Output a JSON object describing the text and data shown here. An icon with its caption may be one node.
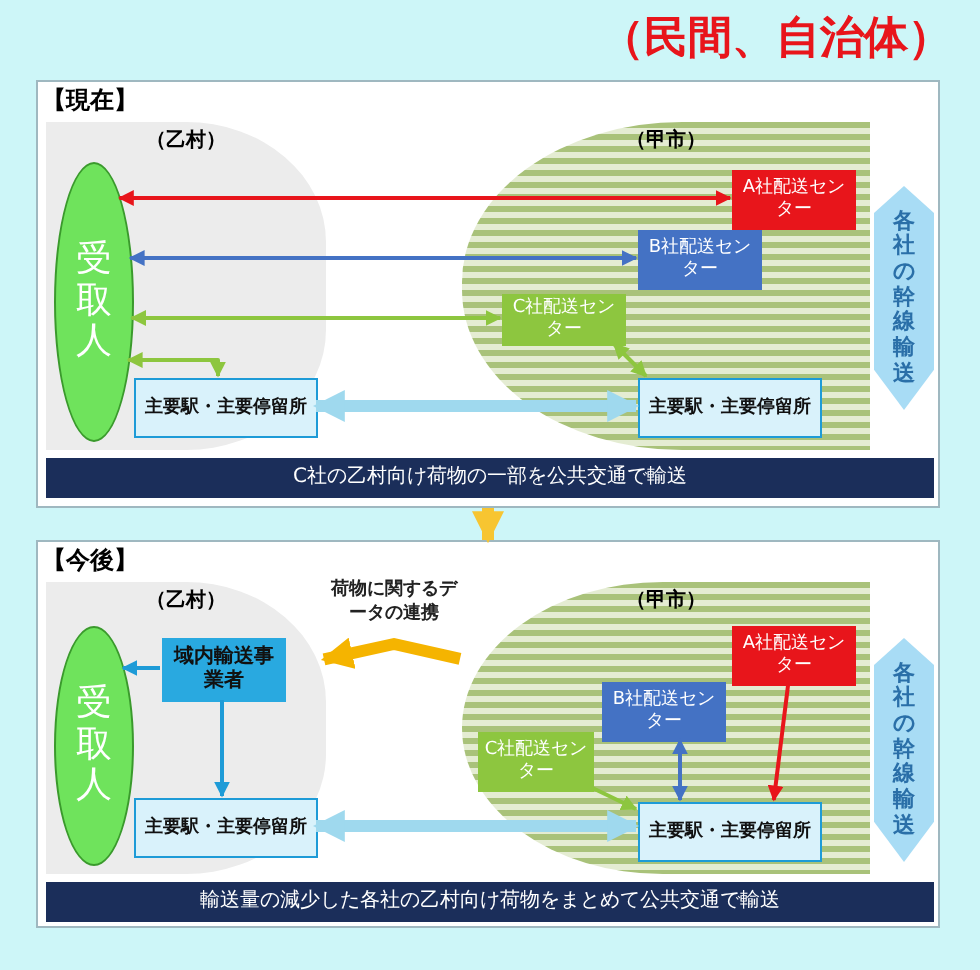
{
  "diagram": {
    "title": "（民間、自治体）",
    "nodes": [
      {
        "text": [
          "【現在】"
        ]
      },
      {
        "text": [
          "（乙村）"
        ],
        "in": 0
      },
      {
        "text": [
          "受取人"
        ],
        "in": 1
      },
      {
        "text": [
          "主要駅・主要停留所"
        ],
        "in": 1
      },
      {
        "text": [
          "（甲市）"
        ],
        "in": 0
      },
      {
        "text": [
          "A社配送センター"
        ],
        "in": 4
      },
      {
        "text": [
          "B社配送センター"
        ],
        "in": 4
      },
      {
        "text": [
          "C社配送センター"
        ],
        "in": 4
      },
      {
        "text": [
          "主要駅・主要停留所"
        ],
        "in": 4
      },
      {
        "text": [
          "各社の幹線輸送"
        ],
        "in": 0
      },
      {
        "text": [
          "C社の乙村向け荷物の一部を公共交通で輸送"
        ],
        "in": 0
      },
      {
        "text": [
          "【今後】"
        ]
      },
      {
        "text": [
          "（乙村）"
        ],
        "in": 11
      },
      {
        "text": [
          "受取人"
        ],
        "in": 12
      },
      {
        "text": [
          "域内輸送事業者"
        ],
        "in": 12
      },
      {
        "text": [
          "主要駅・主要停留所"
        ],
        "in": 12
      },
      {
        "text": [
          "（甲市）"
        ],
        "in": 11
      },
      {
        "text": [
          "A社配送センター"
        ],
        "in": 16
      },
      {
        "text": [
          "B社配送センター"
        ],
        "in": 16
      },
      {
        "text": [
          "C社配送センター"
        ],
        "in": 16
      },
      {
        "text": [
          "主要駅・主要停留所"
        ],
        "in": 16
      },
      {
        "text": [
          "各社の幹線輸送"
        ],
        "in": 11
      },
      {
        "text": [
          "輸送量の減少した各社の乙村向け荷物をまとめて公共交通で輸送"
        ],
        "in": 11
      }
    ],
    "edges": [
      {
        "from": 2,
        "to": 5,
        "arrow": "both",
        "color": "#e8151b"
      },
      {
        "from": 2,
        "to": 6,
        "arrow": "both",
        "color": "#4472c4"
      },
      {
        "from": 2,
        "to": 7,
        "arrow": "both",
        "color": "#8dc63f"
      },
      {
        "from": 2,
        "to": 3,
        "arrow": "both",
        "color": "#8dc63f"
      },
      {
        "from": 7,
        "to": 8,
        "arrow": "both",
        "color": "#8dc63f"
      },
      {
        "from": 3,
        "to": 8,
        "arrow": "both",
        "style": "thick",
        "color": "#9fd9ee"
      },
      {
        "from": 0,
        "to": 11,
        "arrow": "to",
        "style": "thick",
        "color": "#f7c531"
      },
      {
        "from": 16,
        "to": 12,
        "label": "荷物に関するデータの連携",
        "arrow": "to",
        "style": "thick",
        "color": "#f5b400"
      },
      {
        "from": 14,
        "to": 13,
        "arrow": "to",
        "color": "#1e9bd7"
      },
      {
        "from": 14,
        "to": 15,
        "arrow": "to",
        "color": "#1e9bd7"
      },
      {
        "from": 19,
        "to": 20,
        "arrow": "to",
        "color": "#8dc63f"
      },
      {
        "from": 18,
        "to": 20,
        "arrow": "both",
        "color": "#4472c4"
      },
      {
        "from": 17,
        "to": 20,
        "arrow": "to",
        "color": "#e8151b"
      },
      {
        "from": 15,
        "to": 20,
        "arrow": "both",
        "style": "thick",
        "color": "#9fd9ee"
      }
    ]
  }
}
